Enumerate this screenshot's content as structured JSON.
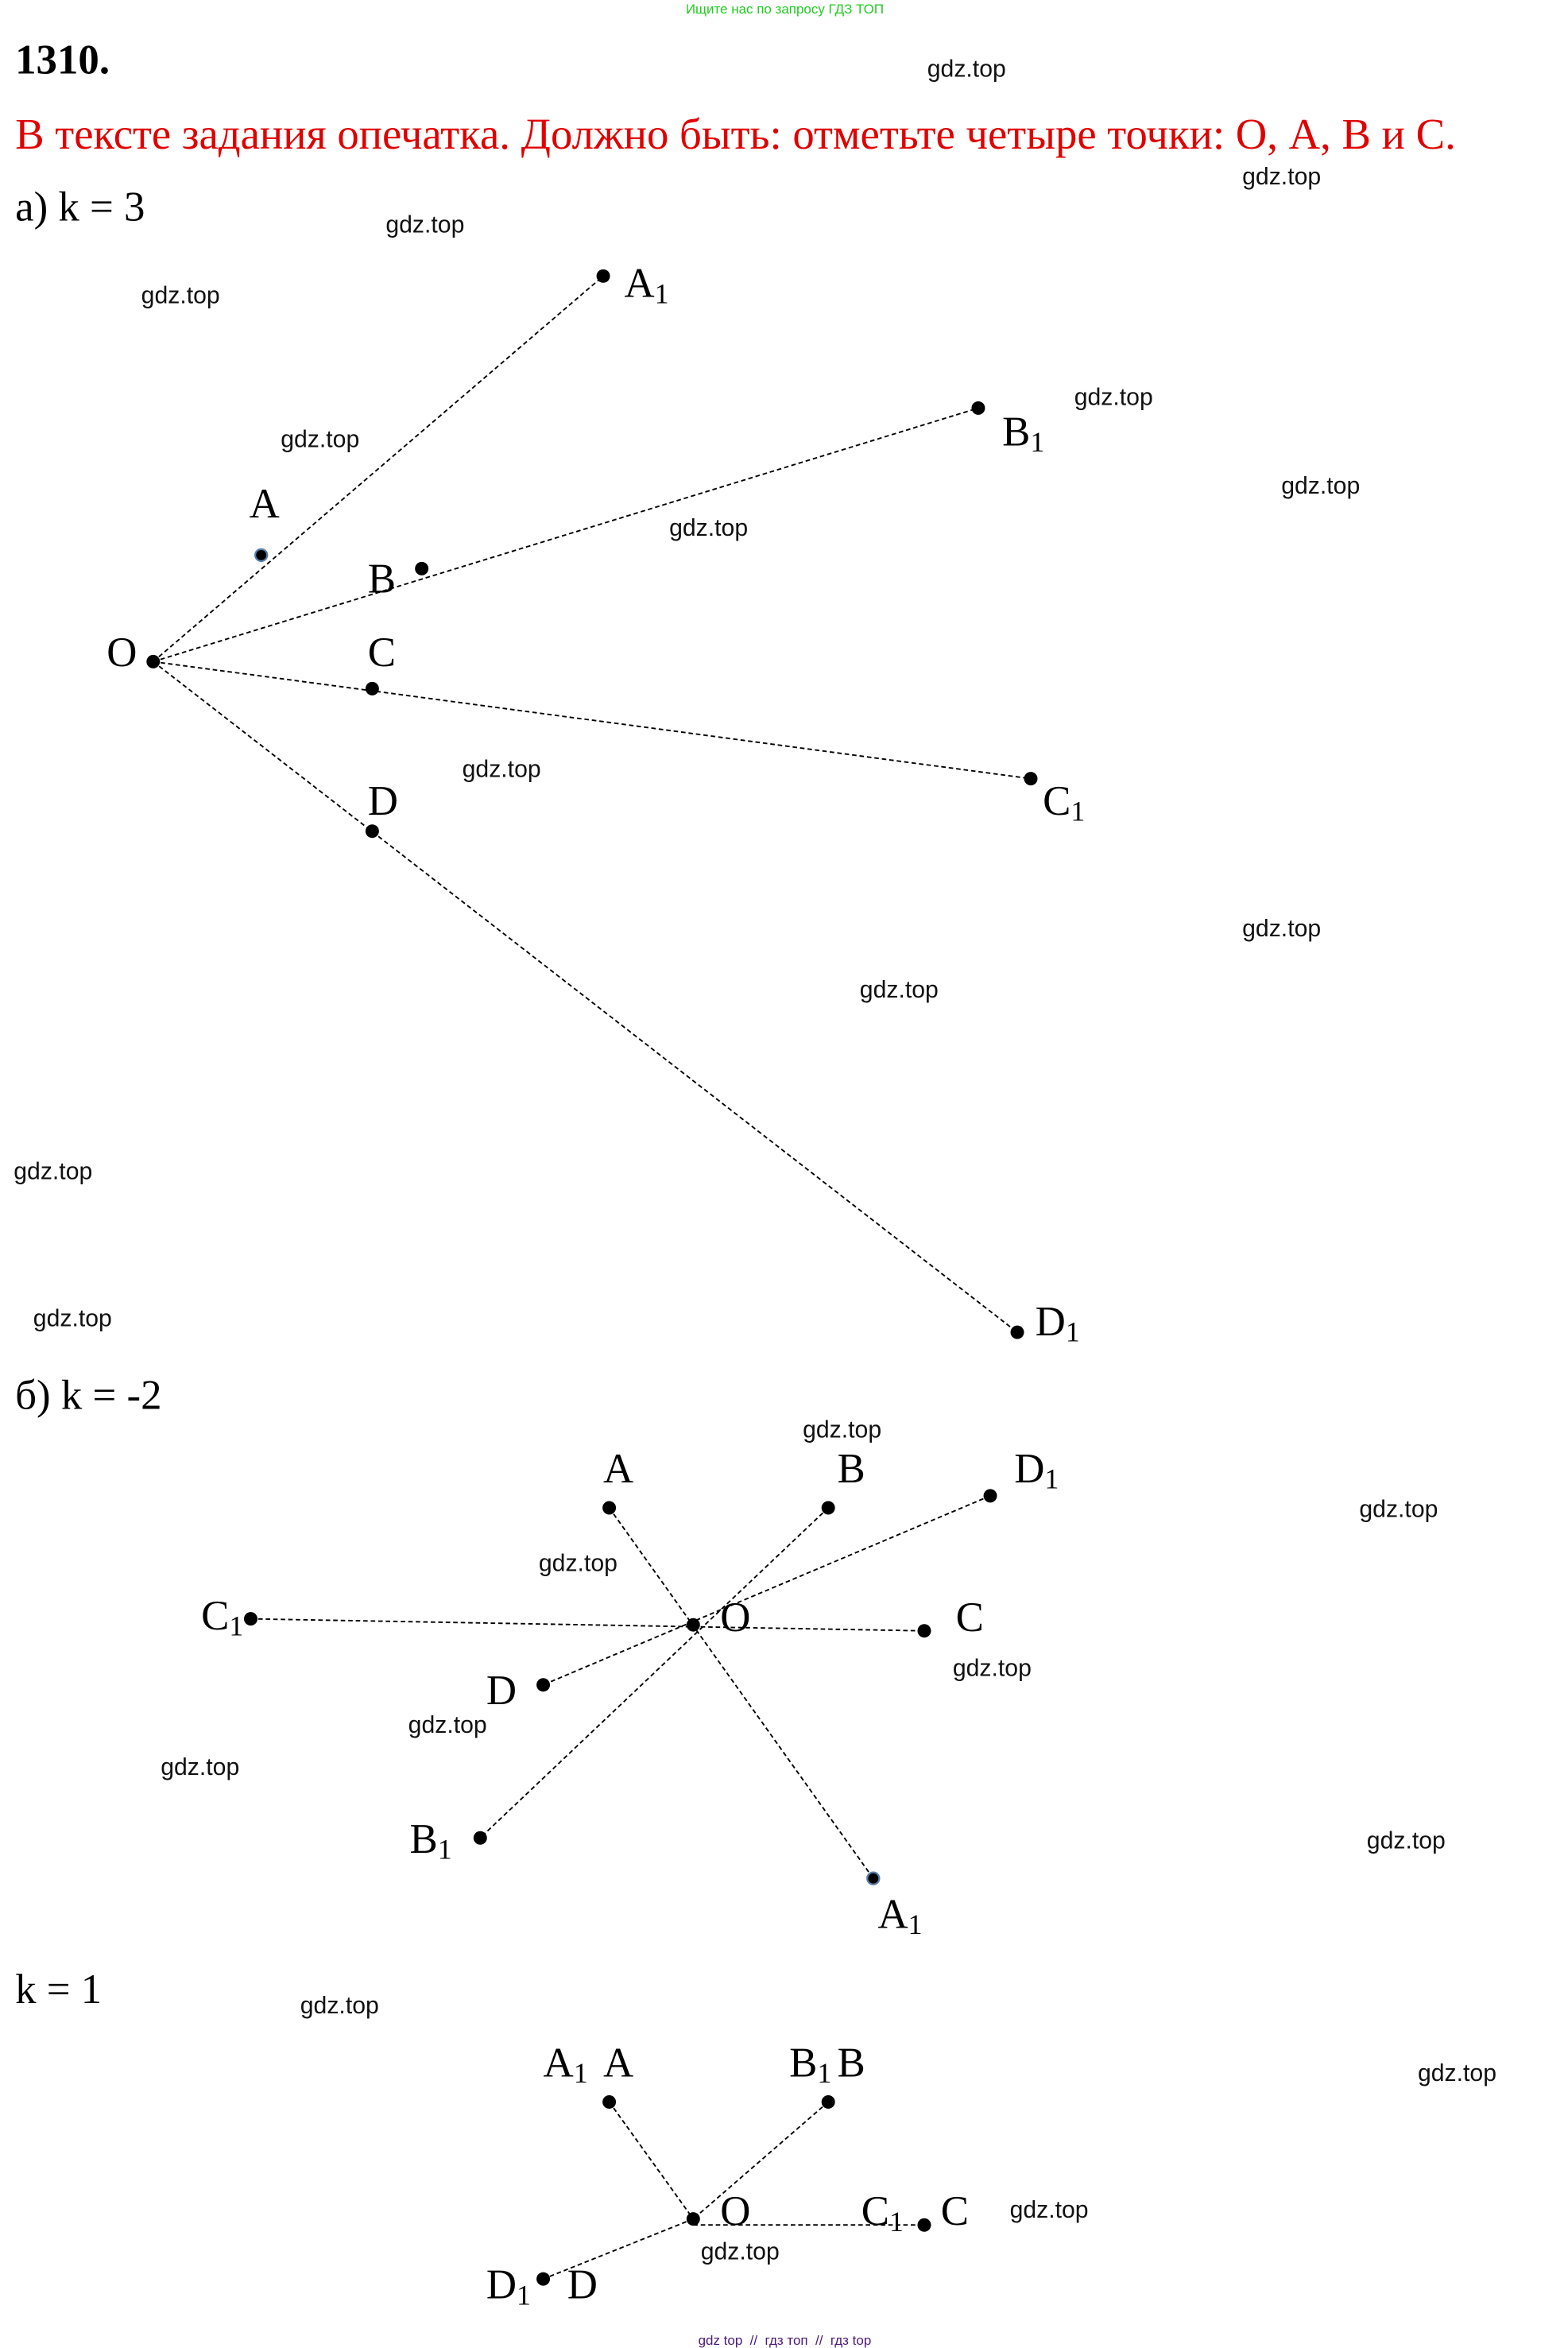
{
  "top_banner": "Ищите нас по запросу ГДЗ ТОП",
  "problem_number": "1310.",
  "note": "В тексте задания опечатка. Должно быть: отметьте четыре точки: О, А, В и С.",
  "watermark": "gdz.top",
  "footer": "gdz top  //  гдз топ  //  гдз top",
  "colors": {
    "note": "#e00000",
    "banner": "#22cc22",
    "footer": "#4b1a7a"
  },
  "part_a": {
    "heading": "а) k = 3",
    "labels": {
      "O": "O",
      "A": "A",
      "B": "B",
      "C": "C",
      "D": "D",
      "A1": "A",
      "B1": "B",
      "C1": "C",
      "D1": "D",
      "sub": "1"
    }
  },
  "part_b": {
    "heading": "б) k = -2",
    "labels": {
      "O": "O",
      "A": "A",
      "B": "B",
      "C": "C",
      "D": "D",
      "A1": "A",
      "B1": "B",
      "C1": "C",
      "D1": "D",
      "sub": "1"
    }
  },
  "part_c": {
    "heading": "k = 1",
    "labels": {
      "O": "O",
      "A": "A",
      "B": "B",
      "C": "C",
      "D": "D",
      "A1": "A",
      "B1": "B",
      "C1": "C",
      "D1": "D",
      "sub": "1"
    }
  }
}
